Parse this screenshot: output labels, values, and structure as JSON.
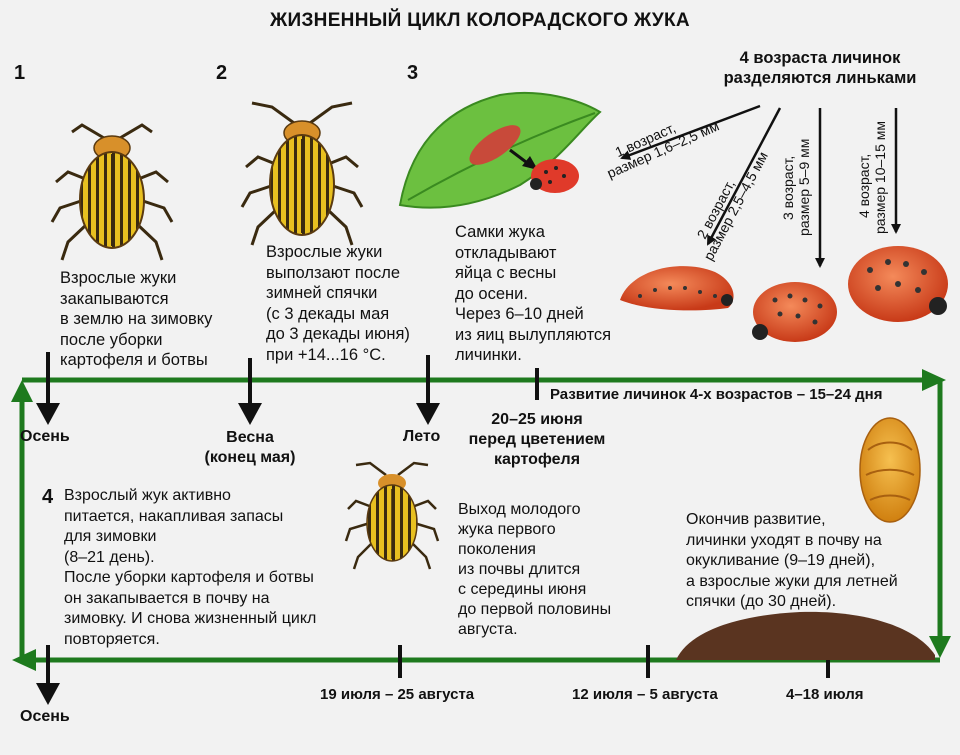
{
  "title": "ЖИЗНЕННЫЙ ЦИКЛ КОЛОРАДСКОГО ЖУКА",
  "stages": {
    "s1": {
      "num": "1",
      "text": "Взрослые жуки\nзакапываются\nв землю на зимовку\nпосле уборки\nкартофеля и ботвы"
    },
    "s2": {
      "num": "2",
      "text": "Взрослые жуки\nвыползают после\nзимней спячки\n(с 3 декады мая\nдо 3 декады июня)\nпри +14...16 °С."
    },
    "s3": {
      "num": "3",
      "text": "Самки жука\nоткладывают\nяйца с весны\nдо осени.\nЧерез 6–10 дней\nиз яиц вылупляются\nличинки."
    },
    "s4": {
      "num": "4",
      "text": "Взрослый жук активно\nпитается, накапливая запасы\nдля зимовки\n(8–21 день).\nПосле уборки картофеля и ботвы\nон закапывается в почву на\nзимовку. И снова жизненный цикл\nповторяется."
    }
  },
  "larvae": {
    "header": "4 возраста личинок\nразделяются линьками",
    "instars": [
      {
        "line1": "1 возраст,",
        "line2": "размер 1,6–2,5 мм"
      },
      {
        "line1": "2 возраст,",
        "line2": "размер 2,5–4,5 мм"
      },
      {
        "line1": "3 возраст,",
        "line2": "размер 5–9 мм"
      },
      {
        "line1": "4 возраст,",
        "line2": "размер 10–15 мм"
      }
    ]
  },
  "timeline": {
    "autumn_top": "Осень",
    "spring": "Весна\n(конец мая)",
    "summer": "Лето",
    "june": "20–25 июня\nперед цветением\nкартофеля",
    "larvae_dev": "Развитие личинок 4-х возрастов – 15–24 дня",
    "autumn_bottom": "Осень",
    "d1": "19 июля – 25 августа",
    "d2": "12 июля – 5 августа",
    "d3": "4–18 июля"
  },
  "young_beetle_text": "Выход молодого\nжука первого\nпоколения\nиз почвы длится\nс середины июня\nдо первой половины\nавгуста.",
  "pupation_text": "Окончив развитие,\nличинки уходят в почву на\nокукливание (9–19 дней),\nа взрослые жуки для летней\nспячки (до 30 дней).",
  "colors": {
    "timeline_green": "#1e7a1e",
    "arrow_black": "#111111",
    "beetle_yellow": "#e8c020",
    "larva_red": "#e0502a",
    "soil": "#5a3420"
  }
}
